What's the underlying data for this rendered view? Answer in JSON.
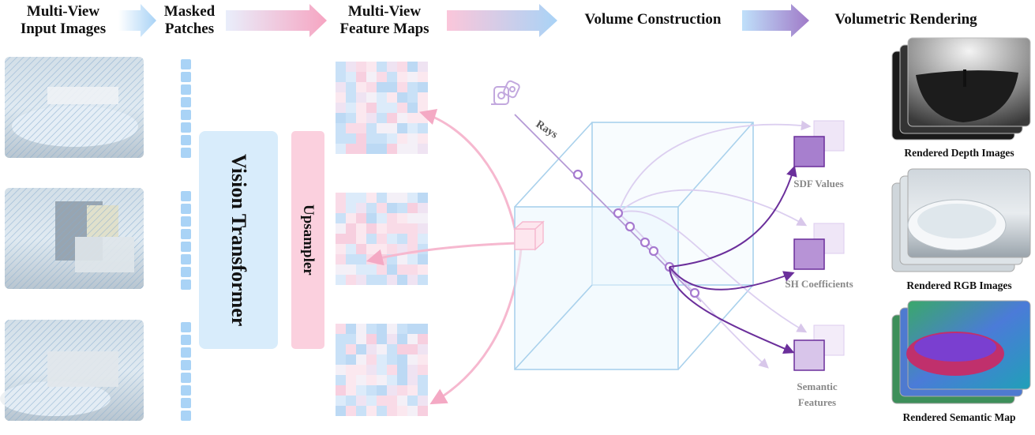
{
  "headers": {
    "input": "Multi-View\nInput Images",
    "masked": "Masked\nPatches",
    "feature": "Multi-View\nFeature Maps",
    "volume": "Volume Construction",
    "rendering": "Volumetric Rendering"
  },
  "modules": {
    "vit": "Vision Transformer",
    "upsampler": "Upsampler"
  },
  "rays_label": "Rays",
  "outputs": {
    "sdf": "SDF Values",
    "sh": "SH Coefficients",
    "semantic": "Semantic\nFeatures"
  },
  "rendered": {
    "depth": "Rendered Depth Images",
    "rgb": "Rendered RGB Images",
    "semantic": "Rendered Semantic Map"
  },
  "colors": {
    "blue_light": "#cfe6fb",
    "pink_light": "#fbd3e2",
    "purple": "#8a56b5",
    "purple_light": "#d9c6ea",
    "pink_arrow": "#f2a3bf",
    "cube": "#9ec9e8"
  },
  "icons": [
    "camera-rig-icon"
  ]
}
